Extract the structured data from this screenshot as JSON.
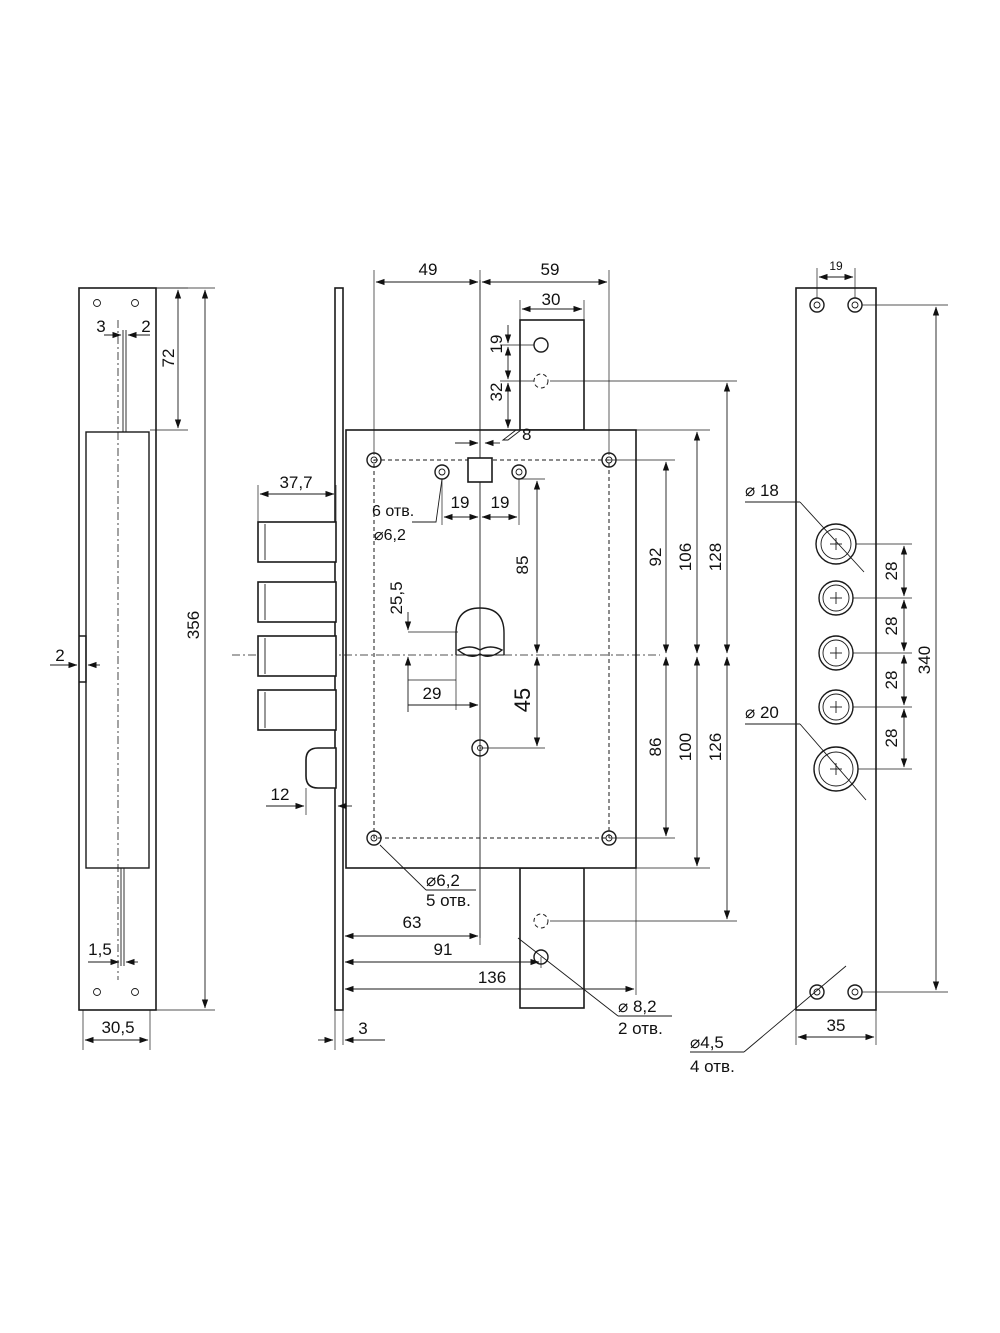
{
  "labels": {
    "d49": "49",
    "d59": "59",
    "d30": "30",
    "d19v": "19",
    "d32": "32",
    "d8": "8",
    "d37_7": "37,7",
    "holes6": "6 отв.",
    "dia6_2a": "⌀6,2",
    "d19a": "19",
    "d19b": "19",
    "d85": "85",
    "d25_5": "25,5",
    "d29": "29",
    "d45": "45",
    "d92": "92",
    "d106": "106",
    "d128": "128",
    "d86": "86",
    "d100": "100",
    "d126": "126",
    "d12": "12",
    "dia6_2b": "⌀6,2",
    "holes5": "5 отв.",
    "d63": "63",
    "d91": "91",
    "d136": "136",
    "dia8_2": "⌀ 8,2",
    "holes2": "2 отв.",
    "d3bottom": "3",
    "d3": "3",
    "d2a": "2",
    "d72": "72",
    "d356": "356",
    "d2left": "2",
    "d1_5": "1,5",
    "d30_5": "30,5",
    "d19top": "19",
    "dia18": "⌀ 18",
    "dia20": "⌀ 20",
    "d28a": "28",
    "d28b": "28",
    "d28c": "28",
    "d28d": "28",
    "d340": "340",
    "d35": "35",
    "dia4_5": "⌀4,5",
    "holes4": "4 отв."
  }
}
